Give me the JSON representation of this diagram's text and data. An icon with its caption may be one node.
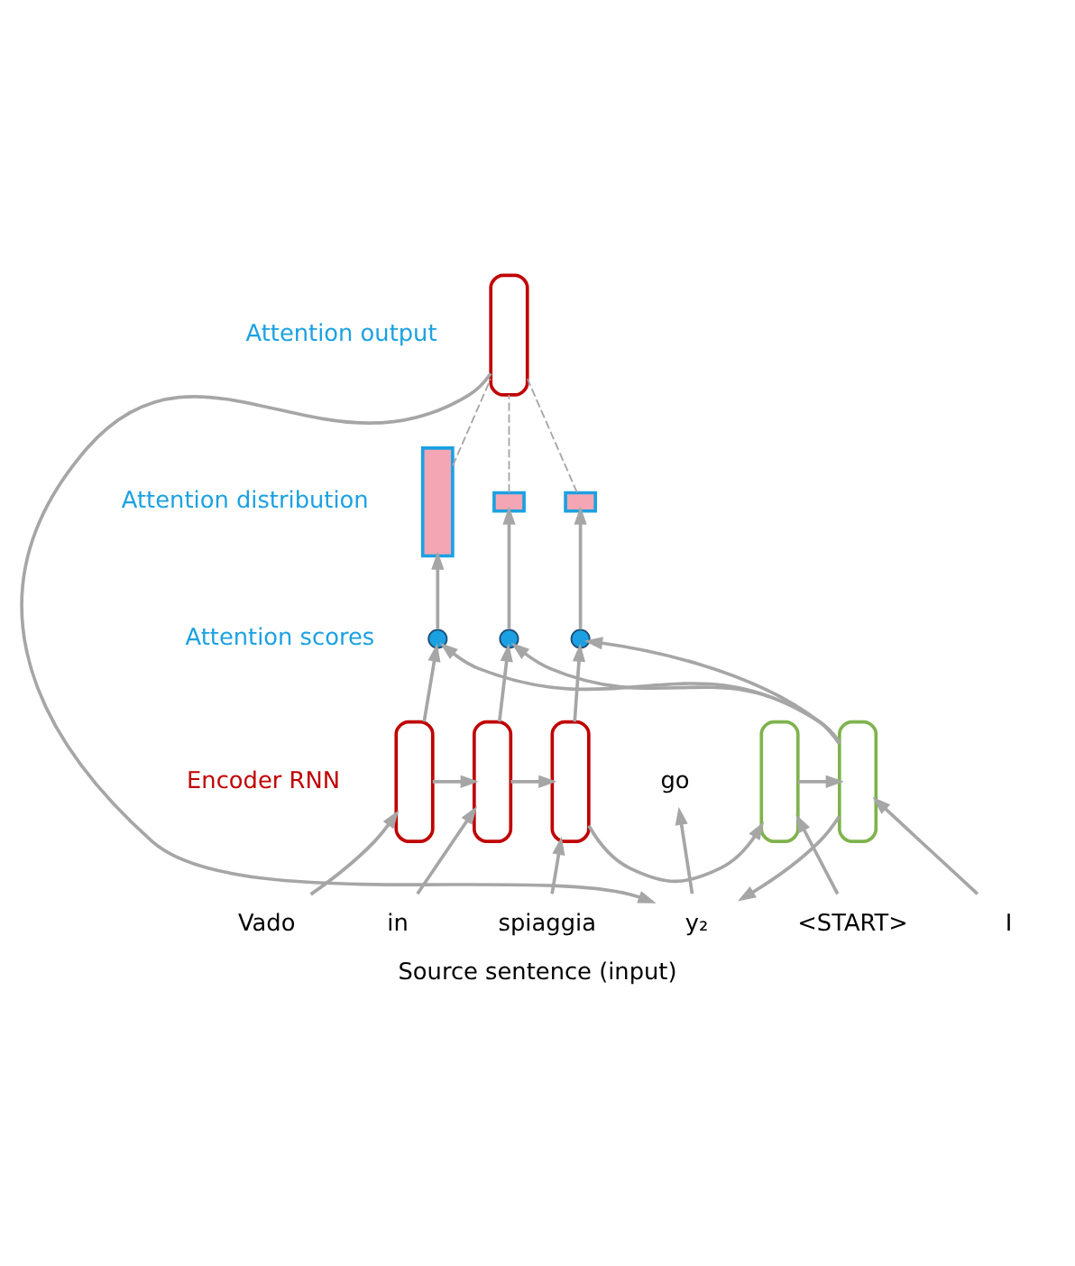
{
  "diagram": {
    "caption": "Source sentence (input)",
    "nodes": [
      {
        "text": [],
        "shape": "box"
      },
      {
        "text": [
          "go"
        ]
      },
      {
        "text": [],
        "shape": "bar"
      },
      {
        "text": [],
        "shape": "bar"
      },
      {
        "text": [],
        "shape": "bar"
      },
      {
        "text": [
          "y₂"
        ]
      },
      {
        "text": [],
        "shape": "circle"
      },
      {
        "text": [],
        "shape": "circle"
      },
      {
        "text": [],
        "shape": "circle"
      },
      {
        "text": [],
        "shape": "box"
      },
      {
        "text": [],
        "shape": "box"
      },
      {
        "text": [],
        "shape": "box"
      },
      {
        "text": [],
        "shape": "box"
      },
      {
        "text": [],
        "shape": "box"
      },
      {
        "text": [
          "Vado"
        ]
      },
      {
        "text": [
          "in"
        ]
      },
      {
        "text": [
          "spiaggia"
        ]
      },
      {
        "text": [
          "<START>"
        ]
      },
      {
        "text": [
          "I"
        ]
      }
    ],
    "edges": [
      {
        "from": 0,
        "to": 5,
        "arrow": "to"
      },
      {
        "from": 5,
        "to": 1,
        "arrow": "to"
      },
      {
        "from": 2,
        "to": 0,
        "arrow": "none",
        "style": "dashed"
      },
      {
        "from": 3,
        "to": 0,
        "arrow": "none",
        "style": "dashed"
      },
      {
        "from": 4,
        "to": 0,
        "arrow": "none",
        "style": "dashed"
      },
      {
        "from": 6,
        "to": 2,
        "arrow": "to"
      },
      {
        "from": 7,
        "to": 3,
        "arrow": "to"
      },
      {
        "from": 8,
        "to": 4,
        "arrow": "to"
      },
      {
        "from": 13,
        "to": 6,
        "arrow": "to"
      },
      {
        "from": 13,
        "to": 7,
        "arrow": "to"
      },
      {
        "from": 13,
        "to": 8,
        "arrow": "to"
      },
      {
        "from": 13,
        "to": 5,
        "arrow": "to"
      },
      {
        "from": 9,
        "to": 6,
        "arrow": "to"
      },
      {
        "from": 10,
        "to": 7,
        "arrow": "to"
      },
      {
        "from": 11,
        "to": 8,
        "arrow": "to"
      },
      {
        "from": 9,
        "to": 10,
        "arrow": "to"
      },
      {
        "from": 10,
        "to": 11,
        "arrow": "to"
      },
      {
        "from": 11,
        "to": 12,
        "arrow": "to"
      },
      {
        "from": 12,
        "to": 13,
        "arrow": "to"
      },
      {
        "from": 14,
        "to": 9,
        "arrow": "to"
      },
      {
        "from": 15,
        "to": 10,
        "arrow": "to"
      },
      {
        "from": 16,
        "to": 11,
        "arrow": "to"
      },
      {
        "from": 17,
        "to": 12,
        "arrow": "to"
      },
      {
        "from": 18,
        "to": 13,
        "arrow": "to"
      }
    ],
    "labels": [
      "Attention output",
      "Attention distribution",
      "Attention scores",
      "Encoder RNN"
    ]
  }
}
